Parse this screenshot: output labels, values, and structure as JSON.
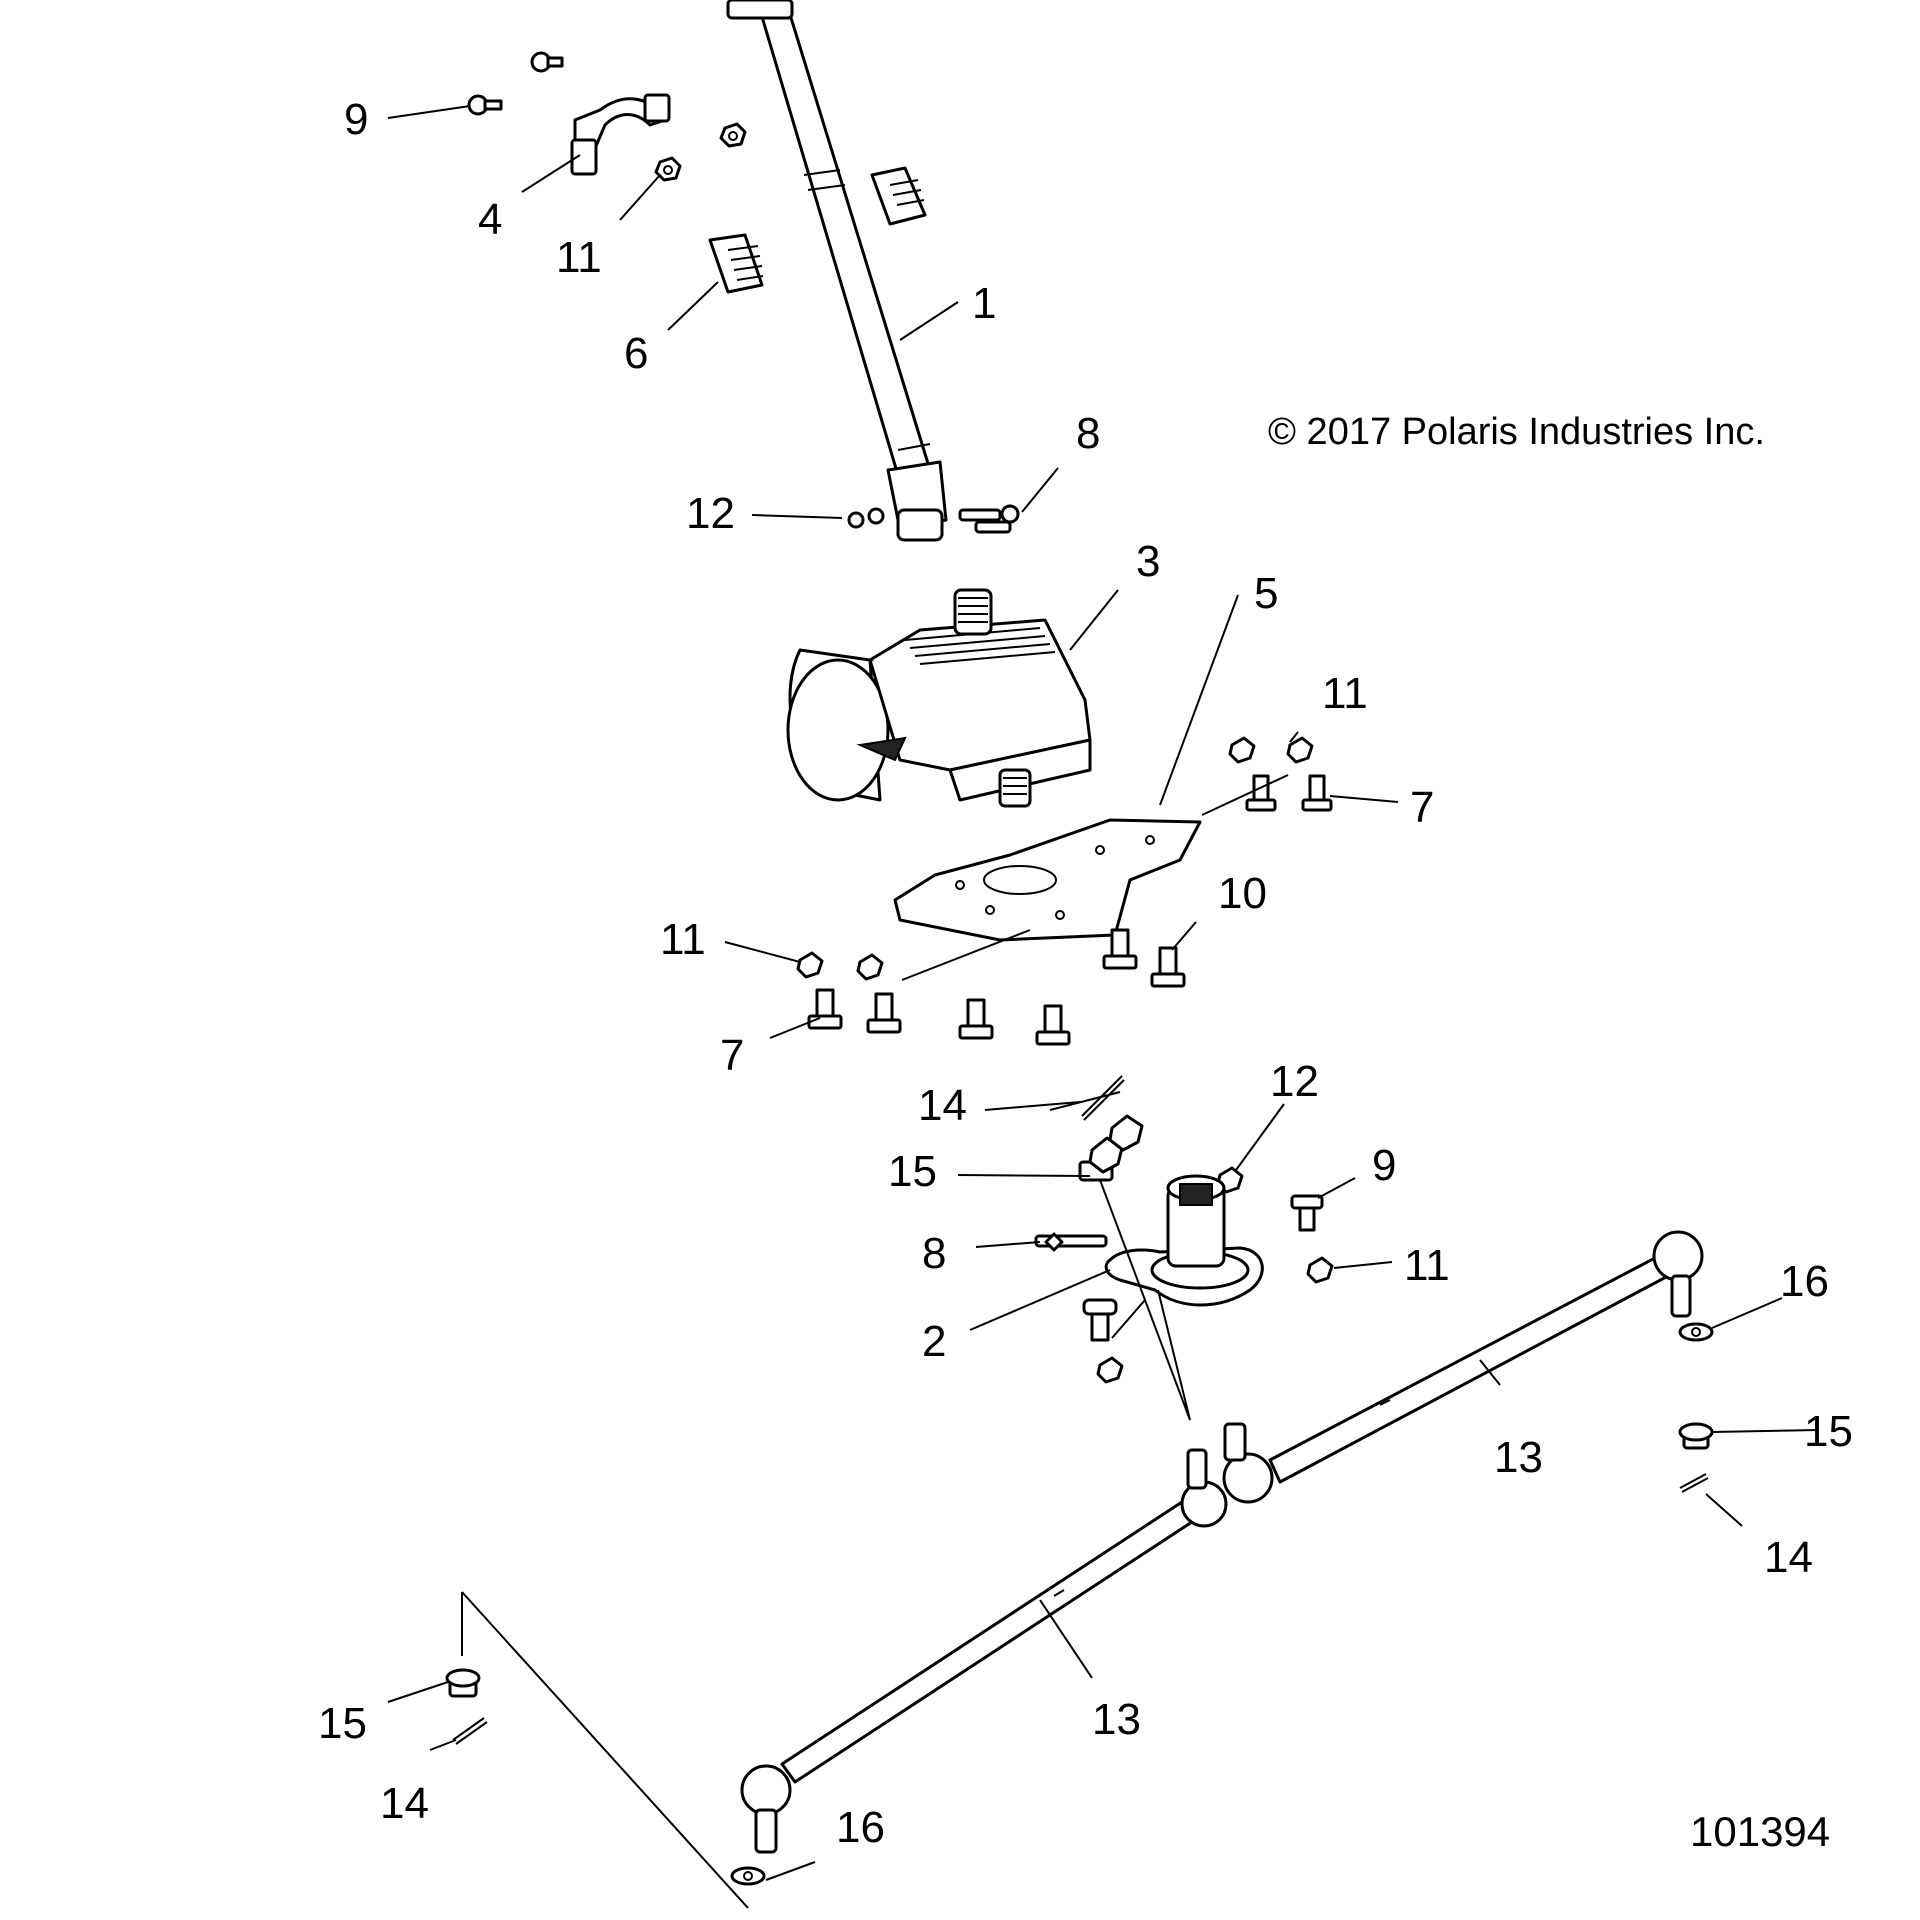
{
  "diagram": {
    "copyright": "© 2017 Polaris Industries Inc.",
    "document_number": "101394",
    "callouts": {
      "c1": "1",
      "c2": "2",
      "c3": "3",
      "c4": "4",
      "c5": "5",
      "c6": "6",
      "c7a": "7",
      "c7b": "7",
      "c8a": "8",
      "c8b": "8",
      "c9a": "9",
      "c9b": "9",
      "c10": "10",
      "c11a": "11",
      "c11b": "11",
      "c11c": "11",
      "c11d": "11",
      "c12a": "12",
      "c12b": "12",
      "c13a": "13",
      "c13b": "13",
      "c14a": "14",
      "c14b": "14",
      "c14c": "14",
      "c15a": "15",
      "c15b": "15",
      "c15c": "15",
      "c16a": "16",
      "c16b": "16"
    }
  }
}
